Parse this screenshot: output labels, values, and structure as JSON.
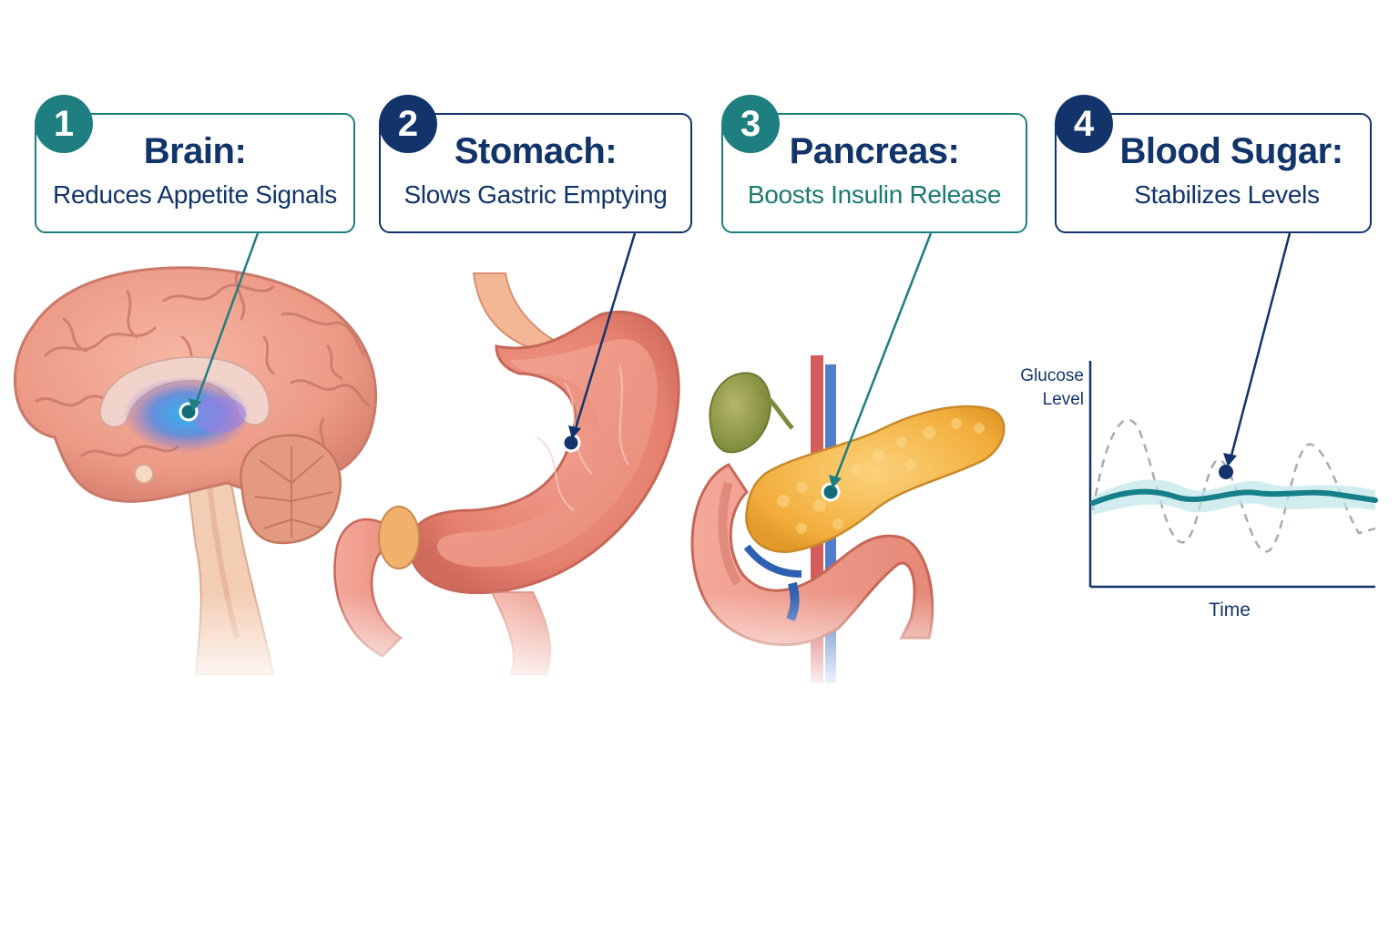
{
  "colors": {
    "navy": "#12346b",
    "teal": "#1f7e7f",
    "teal_text": "#1b7b70",
    "glucose_line": "#15808a",
    "dashed_line": "#a8abaf"
  },
  "steps": [
    {
      "number": "1",
      "title": "Brain:",
      "subtitle": "Reduces Appetite Signals",
      "accent": "teal",
      "organ": "brain"
    },
    {
      "number": "2",
      "title": "Stomach:",
      "subtitle": "Slows Gastric Emptying",
      "accent": "navy",
      "organ": "stomach"
    },
    {
      "number": "3",
      "title": "Pancreas:",
      "subtitle": "Boosts Insulin Release",
      "accent": "teal",
      "organ": "pancreas"
    },
    {
      "number": "4",
      "title": "Blood Sugar:",
      "subtitle": "Stabilizes Levels",
      "accent": "navy",
      "organ": "glucose-chart"
    }
  ],
  "chart": {
    "ylabel_line1": "Glucose",
    "ylabel_line2": "Level",
    "xlabel": "Time"
  }
}
